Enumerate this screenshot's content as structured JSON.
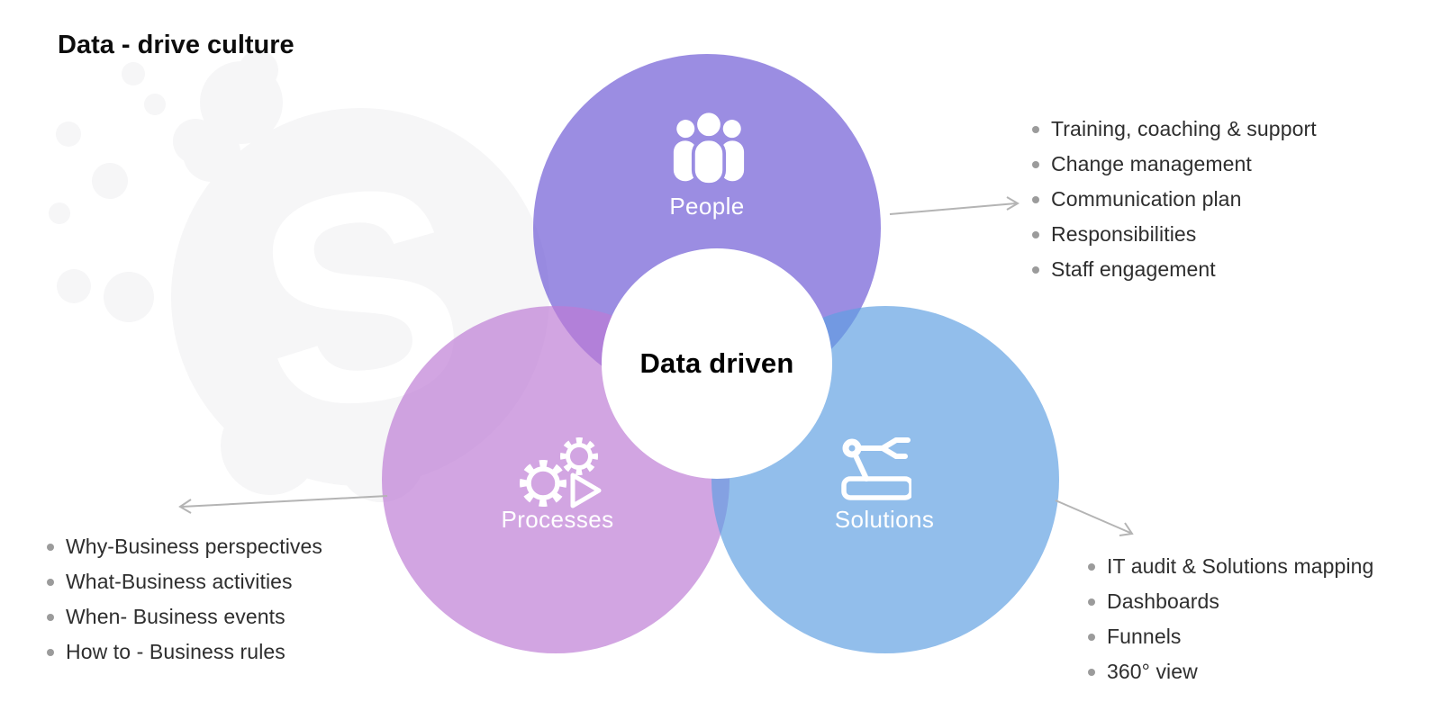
{
  "title": "Data - drive culture",
  "center": {
    "label": "Data driven"
  },
  "circles": {
    "people": {
      "label": "People",
      "icon": "people-icon",
      "fill_hex": "#6b57d4",
      "fill_rgba": "rgba(107,87,212,0.68)"
    },
    "processes": {
      "label": "Processes",
      "icon": "gears-icon",
      "fill_hex": "#bd7bd4",
      "fill_rgba": "rgba(189,123,212,0.68)"
    },
    "solutions": {
      "label": "Solutions",
      "icon": "robot-arm-icon",
      "fill_hex": "#5f9fe2",
      "fill_rgba": "rgba(95,159,226,0.68)"
    }
  },
  "lists": {
    "people": {
      "items": [
        "Training, coaching & support",
        "Change management",
        "Communication plan",
        "Responsibilities",
        "Staff engagement"
      ]
    },
    "processes": {
      "items": [
        "Why-Business perspectives",
        "What-Business activities",
        "When- Business events",
        "How to - Business rules"
      ]
    },
    "solutions": {
      "items": [
        "IT audit & Solutions mapping",
        "Dashboards",
        "Funnels",
        "360° view"
      ]
    }
  },
  "watermark": {
    "letter": "S",
    "color": "#f6f6f7"
  },
  "colors": {
    "background": "#ffffff",
    "title_text": "#0d0d0d",
    "list_text": "#2e2e2e",
    "bullet_dot": "#9b9b9b",
    "arrow": "#b4b4b4",
    "icon_and_label": "#ffffff",
    "center_circle": "#ffffff"
  }
}
